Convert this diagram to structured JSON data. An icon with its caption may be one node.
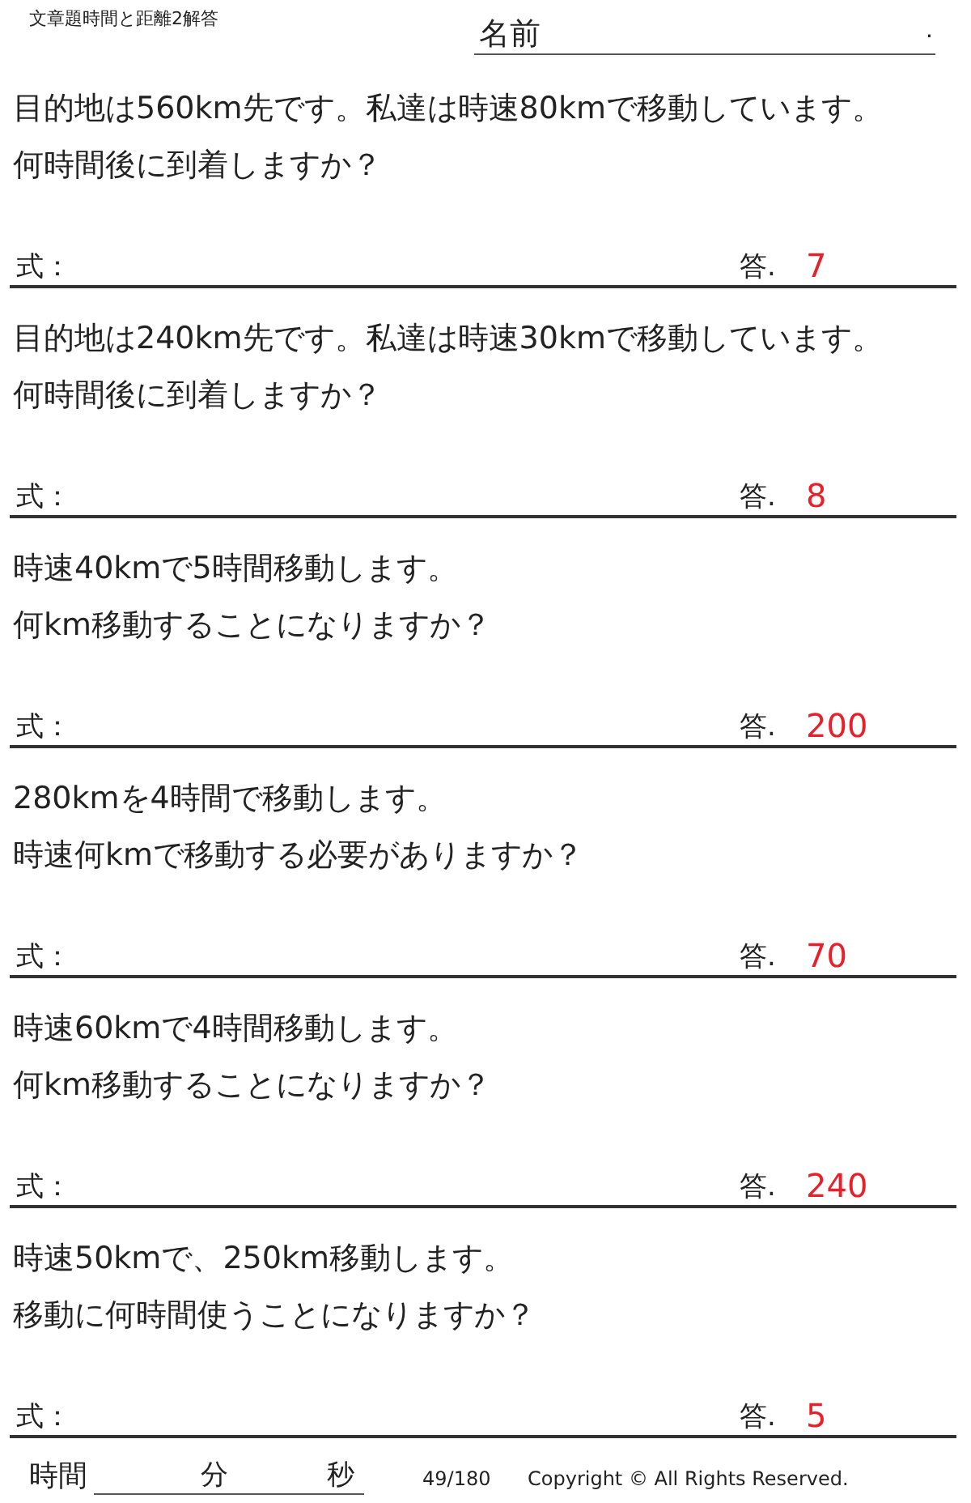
{
  "diagram": {
    "title": "文章題時間と距離2解答",
    "labels": [
      "名前",
      ".",
      "目的地は560km先です。私達は時速80kmで移動しています。",
      "何時間後に到着しますか？",
      "式：",
      "答.",
      "7",
      "目的地は240km先です。私達は時速30kmで移動しています。",
      "何時間後に到着しますか？",
      "式：",
      "答.",
      "8",
      "時速40kmで5時間移動します。",
      "何km移動することになりますか？",
      "式：",
      "答.",
      "200",
      "280kmを4時間で移動します。",
      "時速何kmで移動する必要がありますか？",
      "式：",
      "答.",
      "70",
      "時速60kmで4時間移動します。",
      "何km移動することになりますか？",
      "式：",
      "答.",
      "240",
      "時速50kmで、250km移動します。",
      "移動に何時間使うことになりますか？",
      "式：",
      "答.",
      "5",
      "時間",
      "分",
      "秒",
      "49/180",
      "Copyright © All Rights Reserved."
    ]
  }
}
